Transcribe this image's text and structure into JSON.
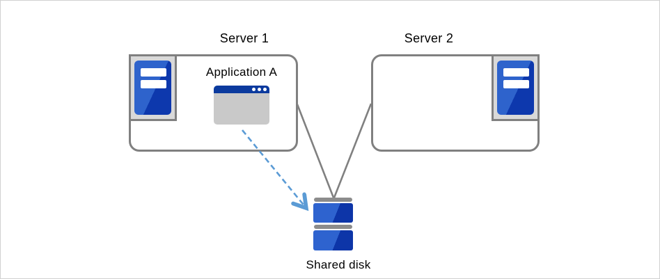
{
  "canvas": {
    "background": "#ffffff",
    "border_color": "#d0d0d0"
  },
  "nodes": {
    "server1": {
      "label": "Server 1",
      "icon": "server-tower-icon"
    },
    "server2": {
      "label": "Server 2",
      "icon": "server-tower-icon"
    },
    "application": {
      "label": "Application A",
      "icon": "app-window-icon"
    },
    "shared_disk": {
      "label": "Shared disk",
      "icon": "disk-stack-icon"
    }
  },
  "edges": [
    {
      "from": "server1",
      "to": "shared_disk",
      "style": "solid",
      "color": "#808080"
    },
    {
      "from": "server2",
      "to": "shared_disk",
      "style": "solid",
      "color": "#808080"
    },
    {
      "from": "application",
      "to": "shared_disk",
      "style": "dashed-arrow",
      "color": "#5b9bd5"
    }
  ],
  "colors": {
    "box_border": "#808080",
    "icon_plate": "#d9d9d9",
    "icon_blue_light": "#2e63cc",
    "icon_blue_dark": "#0d38ad",
    "titlebar_navy": "#0b3a9e",
    "window_body_gray": "#c9c9c9",
    "disk_bar_gray": "#8c8c8c",
    "text": "#000000"
  }
}
